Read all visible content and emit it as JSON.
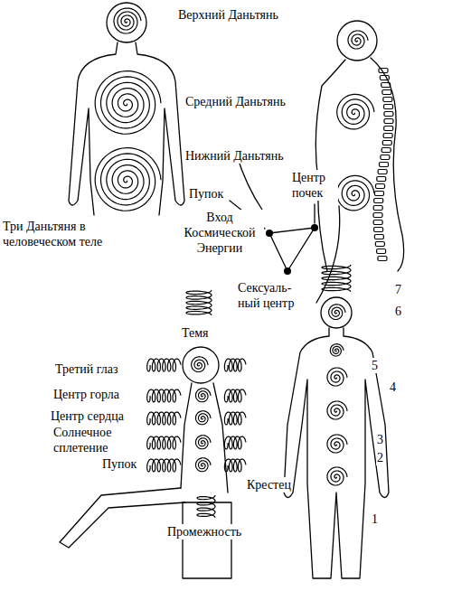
{
  "diagram": {
    "labels": [
      "Верхний Даньтянь",
      "Средний Даньтянь",
      "Нижний Даньтянь",
      "Три Даньтяня в человеческом теле",
      "Пупок",
      "Центр почек",
      "Вход Космической Энергии",
      "Сексуаль-ный центр",
      "Темя",
      "Третий глаз",
      "Центр горла",
      "Центр сердца",
      "Солнечное сплетение",
      "Пупок",
      "Крестец",
      "Промежность",
      "7",
      "6",
      "5",
      "4",
      "3",
      "2",
      "1"
    ]
  }
}
